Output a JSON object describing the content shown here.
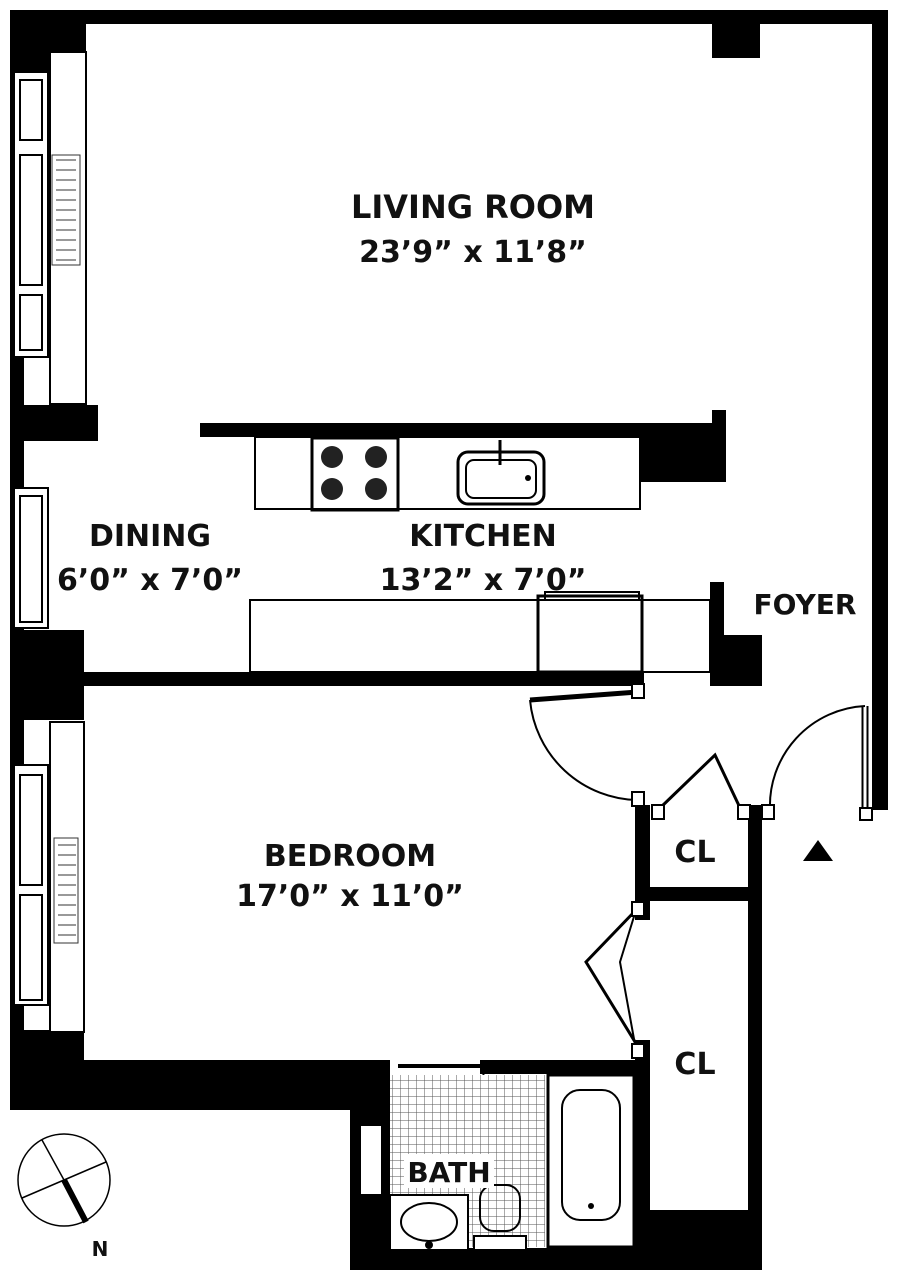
{
  "colors": {
    "wall": "#000000",
    "background": "#ffffff"
  },
  "rooms": {
    "living": {
      "name": "LIVING ROOM",
      "dims": "23’9” x 11’8”"
    },
    "dining": {
      "name": "DINING",
      "dims": "6’0” x 7’0”"
    },
    "kitchen": {
      "name": "KITCHEN",
      "dims": "13’2” x 7’0”"
    },
    "foyer": {
      "name": "FOYER"
    },
    "bedroom": {
      "name": "BEDROOM",
      "dims": "17’0” x 11’0”"
    },
    "closet_1": {
      "name": "CL"
    },
    "closet_2": {
      "name": "CL"
    },
    "bath": {
      "name": "BATH"
    }
  },
  "compass": {
    "label": "N",
    "icon": "compass-icon"
  },
  "entry_marker": {
    "icon": "entry-triangle-icon"
  }
}
